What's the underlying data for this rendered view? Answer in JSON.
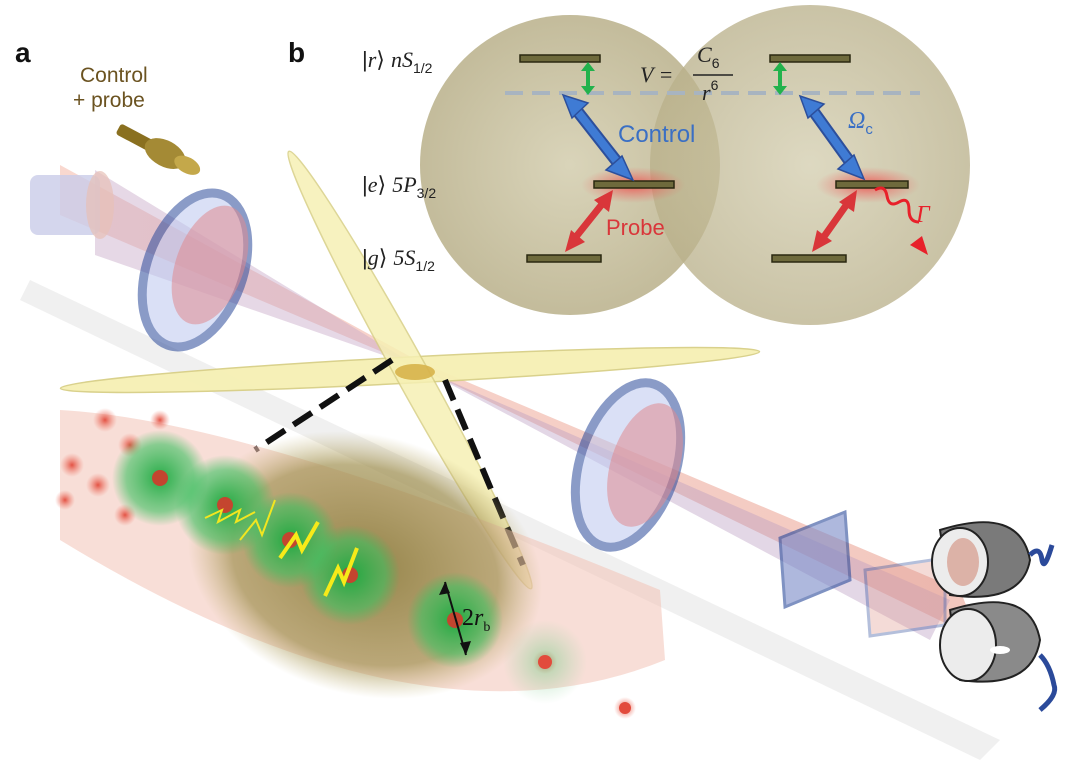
{
  "panels": {
    "a": "a",
    "b": "b"
  },
  "beam_label": {
    "line1": "Control",
    "line2": "+ probe"
  },
  "levels": {
    "r": {
      "ket": "r",
      "term": "nS",
      "sub": "1/2"
    },
    "e": {
      "ket": "e",
      "term": "5P",
      "sub": "3/2"
    },
    "g": {
      "ket": "g",
      "term": "5S",
      "sub": "1/2"
    }
  },
  "interaction": {
    "lhs": "V =",
    "num": "C",
    "num_sub": "6",
    "den": "r",
    "den_sup": "6"
  },
  "transitions": {
    "control": "Control",
    "probe": "Probe",
    "omega": "Ω",
    "omega_sub": "c",
    "gamma": "Γ"
  },
  "blockade": {
    "prefix": "2",
    "var": "r",
    "sub": "b"
  },
  "colors": {
    "control_arrow": "#3a6fc4",
    "probe_arrow": "#d9363a",
    "coupling_arrow": "#22b24c",
    "gamma_arrow": "#e8202a",
    "panel_label": "#111111",
    "beam_label": "#6b5321",
    "sphere": "#c9c2a0"
  }
}
